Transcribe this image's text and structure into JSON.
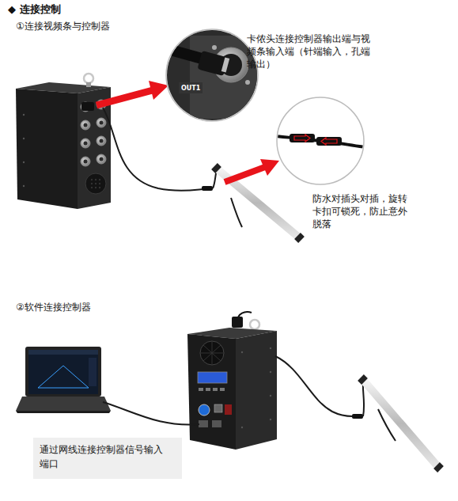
{
  "diagram": {
    "title": "◆ 连接控制",
    "nodes": [
      {
        "text": [
          "通过网线连接控制器信号输入端口"
        ]
      }
    ],
    "labels": [
      "①连接视频条与控制器",
      "卡侬头连接控制器输出端与视频条输入端（针端输入，孔端输出）",
      "OUT1",
      "防水对插头对插，旋转卡扣可锁死，防止意外脱落",
      "②软件连接控制器"
    ]
  }
}
